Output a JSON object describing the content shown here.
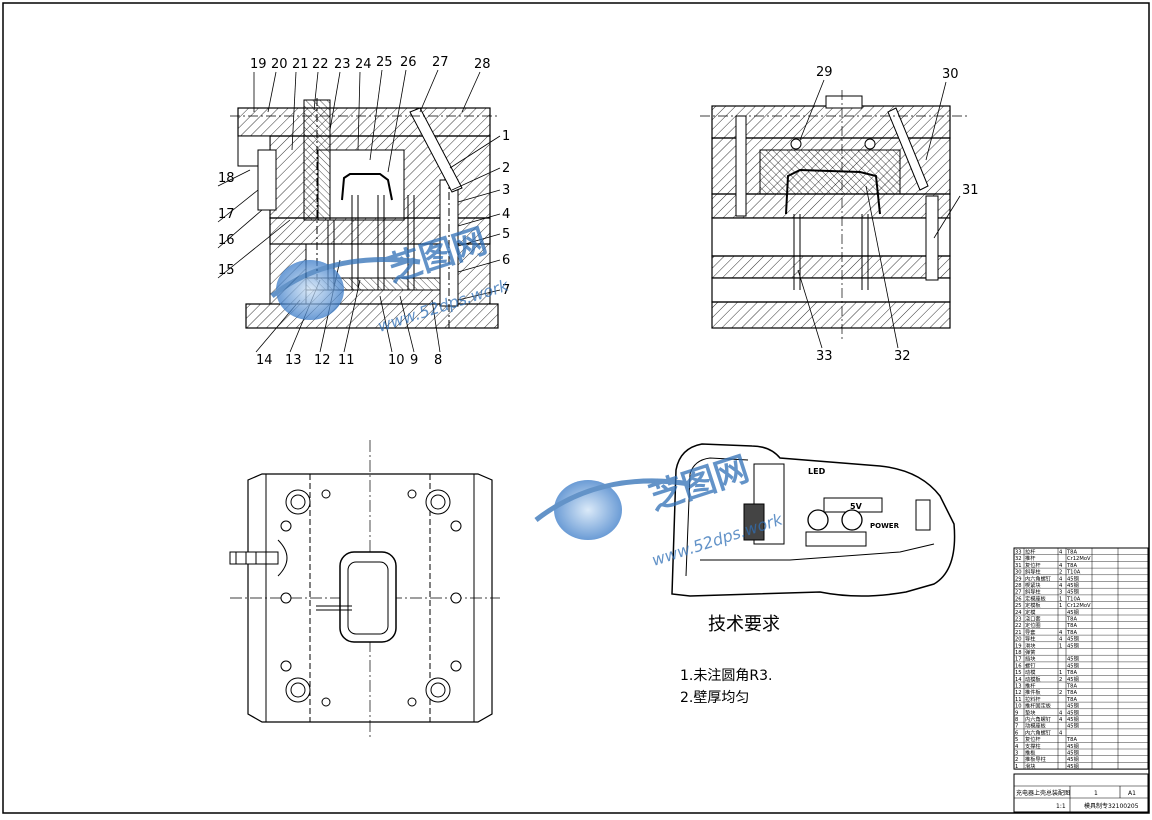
{
  "callouts_left": [
    "19",
    "20",
    "21",
    "22",
    "23",
    "24",
    "25",
    "26",
    "27",
    "28",
    "1",
    "2",
    "3",
    "4",
    "5",
    "6",
    "7",
    "18",
    "17",
    "16",
    "15",
    "14",
    "13",
    "12",
    "11",
    "10",
    "9",
    "8"
  ],
  "callouts_right": [
    "29",
    "30",
    "31",
    "32",
    "33"
  ],
  "watermark": {
    "brand": "芝图网",
    "url": "www.52dps.work"
  },
  "product_labels": [
    "LED",
    "5V",
    "POWER"
  ],
  "tech_requirements": {
    "title": "技术要求",
    "items": [
      "1.未注圆角R3.",
      "2.壁厚均匀"
    ]
  },
  "bom_rows": [
    {
      "no": "33",
      "name": "拉杆",
      "qty": "4",
      "mat": "T8A"
    },
    {
      "no": "32",
      "name": "推杆",
      "qty": "",
      "mat": "Cr12MoV"
    },
    {
      "no": "31",
      "name": "复位杆",
      "qty": "4",
      "mat": "T8A"
    },
    {
      "no": "30",
      "name": "斜导柱",
      "qty": "2",
      "mat": "T10A"
    },
    {
      "no": "29",
      "name": "内六角螺钉",
      "qty": "4",
      "mat": "45钢"
    },
    {
      "no": "28",
      "name": "楔紧块",
      "qty": "4",
      "mat": "45钢"
    },
    {
      "no": "27",
      "name": "斜导柱",
      "qty": "3",
      "mat": "45钢"
    },
    {
      "no": "26",
      "name": "定模座板",
      "qty": "1",
      "mat": "T10A"
    },
    {
      "no": "25",
      "name": "定模板",
      "qty": "1",
      "mat": "Cr12MoV"
    },
    {
      "no": "24",
      "name": "定模",
      "qty": "",
      "mat": "45钢"
    },
    {
      "no": "23",
      "name": "浇口套",
      "qty": "",
      "mat": "T8A"
    },
    {
      "no": "22",
      "name": "定位圈",
      "qty": "",
      "mat": "T8A"
    },
    {
      "no": "21",
      "name": "导套",
      "qty": "4",
      "mat": "T8A"
    },
    {
      "no": "20",
      "name": "导柱",
      "qty": "4",
      "mat": "45钢"
    },
    {
      "no": "19",
      "name": "滑块",
      "qty": "1",
      "mat": "45钢"
    },
    {
      "no": "18",
      "name": "弹簧",
      "qty": "",
      "mat": ""
    },
    {
      "no": "17",
      "name": "挡块",
      "qty": "",
      "mat": "45钢"
    },
    {
      "no": "16",
      "name": "螺钉",
      "qty": "",
      "mat": "45钢"
    },
    {
      "no": "15",
      "name": "动模",
      "qty": "1",
      "mat": "T8A"
    },
    {
      "no": "14",
      "name": "动模板",
      "qty": "2",
      "mat": "45钢"
    },
    {
      "no": "13",
      "name": "推杆",
      "qty": "",
      "mat": "T8A"
    },
    {
      "no": "12",
      "name": "推件板",
      "qty": "2",
      "mat": "T8A"
    },
    {
      "no": "11",
      "name": "拉料杆",
      "qty": "",
      "mat": "T8A"
    },
    {
      "no": "10",
      "name": "推杆固定板",
      "qty": "",
      "mat": "45钢"
    },
    {
      "no": "9",
      "name": "垫块",
      "qty": "4",
      "mat": "45钢"
    },
    {
      "no": "8",
      "name": "内六角螺钉",
      "qty": "4",
      "mat": "45钢"
    },
    {
      "no": "7",
      "name": "动模座板",
      "qty": "",
      "mat": "45钢"
    },
    {
      "no": "6",
      "name": "内六角螺钉",
      "qty": "4",
      "mat": ""
    },
    {
      "no": "5",
      "name": "复位杆",
      "qty": "",
      "mat": "T8A"
    },
    {
      "no": "4",
      "name": "支撑柱",
      "qty": "",
      "mat": "45钢"
    },
    {
      "no": "3",
      "name": "推板",
      "qty": "",
      "mat": "45钢"
    },
    {
      "no": "2",
      "name": "推板导柱",
      "qty": "",
      "mat": "45钢"
    },
    {
      "no": "1",
      "name": "滑块",
      "qty": "",
      "mat": "45钢"
    }
  ],
  "title_block": {
    "drawing_title": "充电器上壳总装配图",
    "sheet_count": "1",
    "paper": "A1",
    "school": "模具制专32100205",
    "scale": "1:1"
  },
  "colors": {
    "line": "#000000",
    "hatch": "#000000",
    "watermark": "#2f6fb6"
  }
}
